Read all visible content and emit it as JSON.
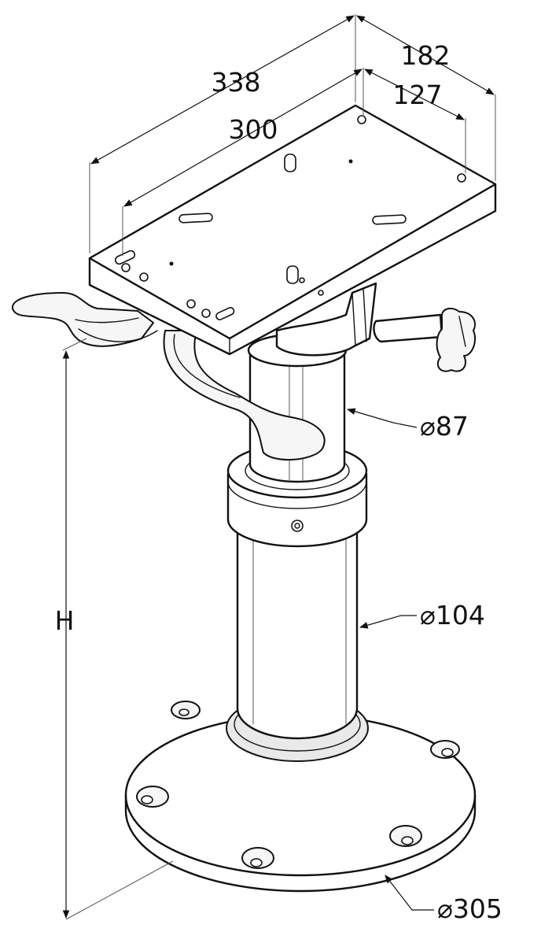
{
  "dimensions": {
    "plate_length_overall": "338",
    "plate_length_holes": "300",
    "plate_width_overall": "182",
    "plate_width_holes": "127",
    "height": "H",
    "upper_tube_diameter": "⌀87",
    "lower_tube_diameter": "⌀104",
    "base_diameter": "⌀305"
  },
  "colors": {
    "line": "#111111",
    "fill": "#ffffff",
    "shade": "#e9e9e9"
  }
}
